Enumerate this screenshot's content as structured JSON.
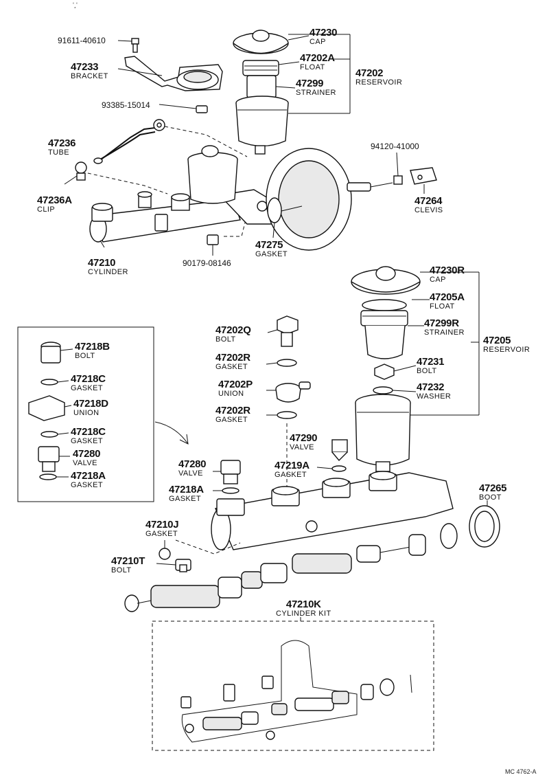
{
  "code": "MC 4762-A",
  "top_marks": "ʻ¸ʻ",
  "labels": {
    "p47230": {
      "num": "47230",
      "name": "CAP"
    },
    "p47202A": {
      "num": "47202A",
      "name": "FLOAT"
    },
    "p47299": {
      "num": "47299",
      "name": "STRAINER"
    },
    "p47202": {
      "num": "47202",
      "name": "RESERVOIR"
    },
    "p47233": {
      "num": "47233",
      "name": "BRACKET"
    },
    "p47236": {
      "num": "47236",
      "name": "TUBE"
    },
    "p47236A": {
      "num": "47236A",
      "name": "CLIP"
    },
    "p47210": {
      "num": "47210",
      "name": "CYLINDER"
    },
    "p47275": {
      "num": "47275",
      "name": "GASKET"
    },
    "p47264": {
      "num": "47264",
      "name": "CLEVIS"
    },
    "p47230R": {
      "num": "47230R",
      "name": "CAP"
    },
    "p47205A": {
      "num": "47205A",
      "name": "FLOAT"
    },
    "p47299R": {
      "num": "47299R",
      "name": "STRAINER"
    },
    "p47205": {
      "num": "47205",
      "name": "RESERVOIR"
    },
    "p47231": {
      "num": "47231",
      "name": "BOLT"
    },
    "p47232": {
      "num": "47232",
      "name": "WASHER"
    },
    "p47202Q": {
      "num": "47202Q",
      "name": "BOLT"
    },
    "p47202R1": {
      "num": "47202R",
      "name": "GASKET"
    },
    "p47202P": {
      "num": "47202P",
      "name": "UNION"
    },
    "p47202R2": {
      "num": "47202R",
      "name": "GASKET"
    },
    "p47290": {
      "num": "47290",
      "name": "VALVE"
    },
    "p47219A": {
      "num": "47219A",
      "name": "GASKET"
    },
    "p47280b": {
      "num": "47280",
      "name": "VALVE"
    },
    "p47218Ab": {
      "num": "47218A",
      "name": "GASKET"
    },
    "p47218B": {
      "num": "47218B",
      "name": "BOLT"
    },
    "p47218C1": {
      "num": "47218C",
      "name": "GASKET"
    },
    "p47218D": {
      "num": "47218D",
      "name": "UNION"
    },
    "p47218C2": {
      "num": "47218C",
      "name": "GASKET"
    },
    "p47280": {
      "num": "47280",
      "name": "VALVE"
    },
    "p47218A": {
      "num": "47218A",
      "name": "GASKET"
    },
    "p47265": {
      "num": "47265",
      "name": "BOOT"
    },
    "p47210J": {
      "num": "47210J",
      "name": "GASKET"
    },
    "p47210T": {
      "num": "47210T",
      "name": "BOLT"
    },
    "p47210K": {
      "num": "47210K",
      "name": "CYLINDER KIT"
    }
  },
  "plain_numbers": {
    "n91611": "91611-40610",
    "n93385": "93385-15014",
    "n94120": "94120-41000",
    "n90179": "90179-08146"
  }
}
